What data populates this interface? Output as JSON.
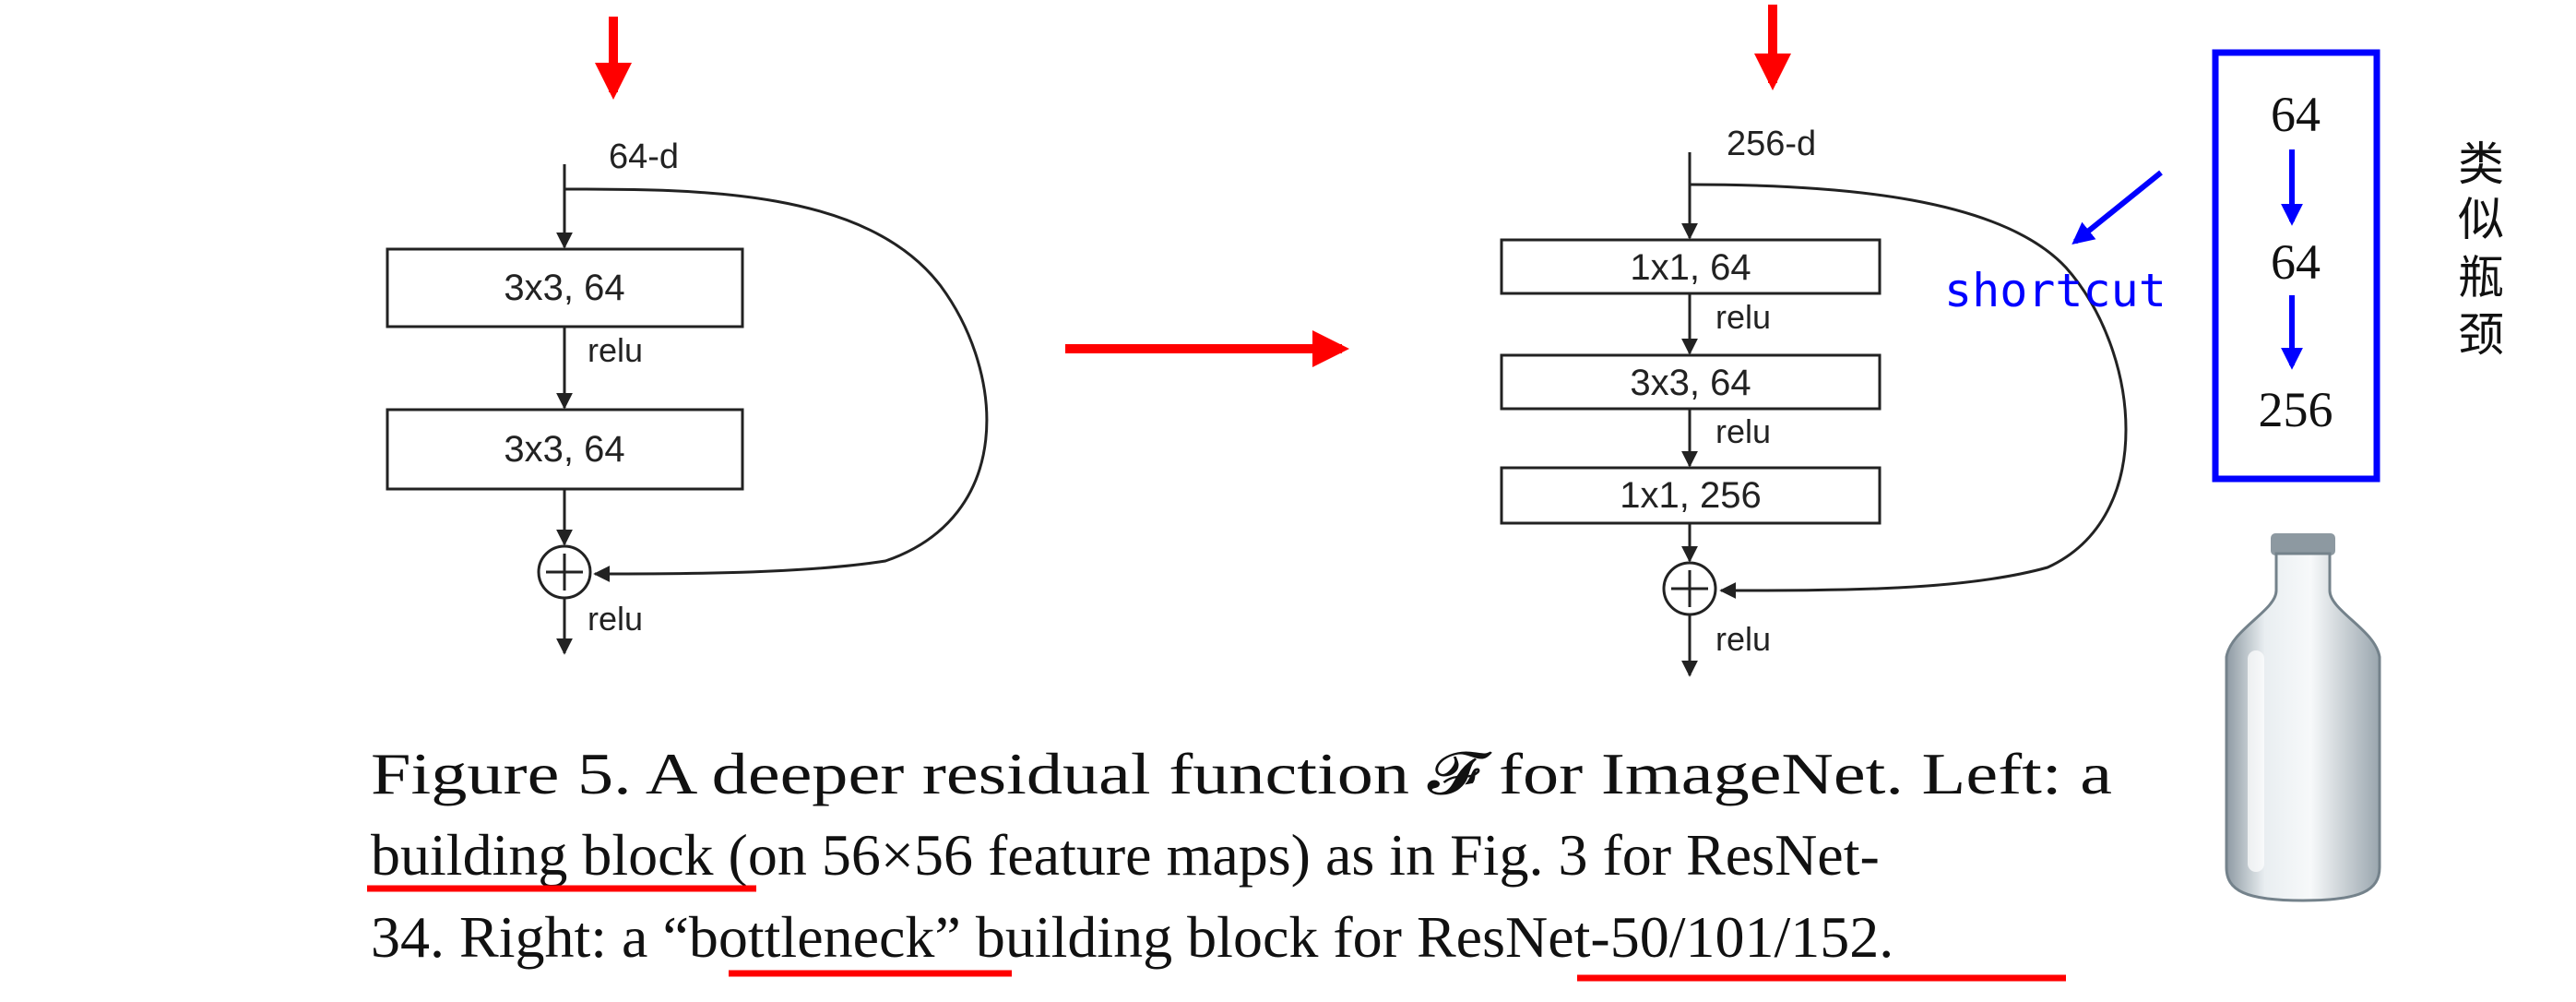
{
  "left_block": {
    "input_dim": "64-d",
    "layers": [
      "3x3, 64",
      "3x3, 64"
    ],
    "activation_between": "relu",
    "output_activation": "relu"
  },
  "right_block": {
    "input_dim": "256-d",
    "layers": [
      "1x1, 64",
      "3x3, 64",
      "1x1, 256"
    ],
    "activations_between": [
      "relu",
      "relu"
    ],
    "output_activation": "relu"
  },
  "shortcut_label": "shortcut",
  "bottleneck_panel": {
    "values": [
      "64",
      "64",
      "256"
    ],
    "side_label": [
      "类",
      "似",
      "瓶",
      "颈"
    ]
  },
  "caption": {
    "line1": "Figure 5. A deeper residual function 𝓕 for ImageNet.  Left: a",
    "line2_underlined": "building block",
    "line2_rest": " (on 56×56 feature maps) as in Fig. 3 for ResNet-",
    "line3_start": "34. Right: a “",
    "line3_underlined": "bottleneck",
    "line3_mid": "” building block for ",
    "line3_underlined2": "ResNet-50/101/152",
    "line3_end": "."
  },
  "colors": {
    "annotation_red": "#ff0000",
    "annotation_blue": "#0000ff",
    "diagram_black": "#222222"
  }
}
